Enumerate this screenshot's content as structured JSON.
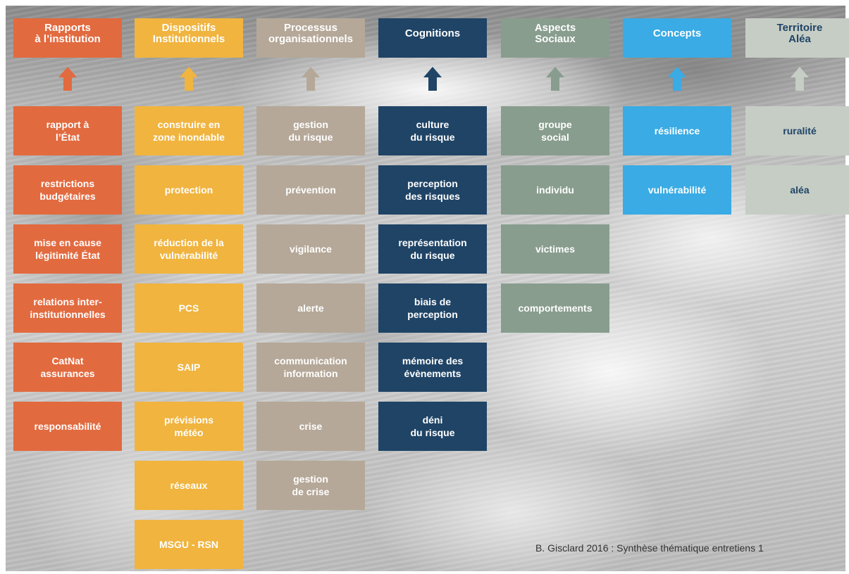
{
  "colors": {
    "rapports": "#e26a3f",
    "dispositifs": "#f0b43f",
    "processus": "#b5a898",
    "cognitions": "#1f4466",
    "aspects": "#889d8e",
    "concepts": "#3aabe4",
    "territoire": "#c6cdc5",
    "territoire_text": "#1f4466"
  },
  "columns": [
    {
      "header": "Rapports\nà l’institution",
      "items": [
        "rapport à\nl’État",
        "restrictions\nbudgétaires",
        "mise en cause\nlégitimité État",
        "relations inter-\ninstitutionnelles",
        "CatNat\nassurances",
        "responsabilité"
      ]
    },
    {
      "header": "Dispositifs\nInstitutionnels",
      "items": [
        "construire en\nzone inondable",
        "protection",
        "réduction de la\nvulnérabilité",
        "PCS",
        "SAIP",
        "prévisions\nmétéo",
        "réseaux",
        "MSGU - RSN"
      ]
    },
    {
      "header": "Processus\norganisationnels",
      "items": [
        "gestion\ndu risque",
        "prévention",
        "vigilance",
        "alerte",
        "communication\ninformation",
        "crise",
        "gestion\nde crise"
      ]
    },
    {
      "header": "Cognitions",
      "items": [
        "culture\ndu risque",
        "perception\ndes risques",
        "représentation\ndu risque",
        "biais de\nperception",
        "mémoire des\névènements",
        "déni\ndu risque"
      ]
    },
    {
      "header": "Aspects\nSociaux",
      "items": [
        "groupe\nsocial",
        "individu",
        "victimes",
        "comportements"
      ]
    },
    {
      "header": "Concepts",
      "items": [
        "résilience",
        "vulnérabilité"
      ]
    },
    {
      "header": "Territoire\nAléa",
      "items": [
        "ruralité",
        "aléa"
      ]
    }
  ],
  "caption": "B. Gisclard 2016 : Synthèse thématique entretiens 1"
}
